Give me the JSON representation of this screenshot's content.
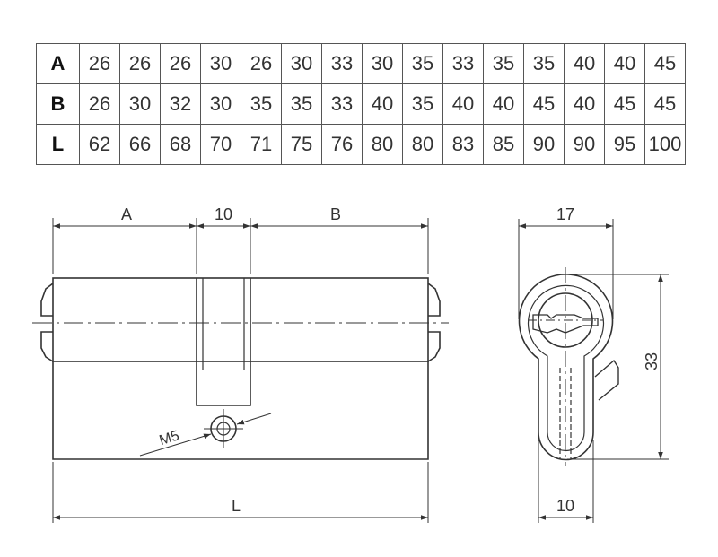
{
  "table": {
    "rows": [
      {
        "label": "A",
        "values": [
          "26",
          "26",
          "26",
          "30",
          "26",
          "30",
          "33",
          "30",
          "35",
          "33",
          "35",
          "35",
          "40",
          "40",
          "45"
        ]
      },
      {
        "label": "B",
        "values": [
          "26",
          "30",
          "32",
          "30",
          "35",
          "35",
          "33",
          "40",
          "35",
          "40",
          "40",
          "45",
          "40",
          "45",
          "45"
        ]
      },
      {
        "label": "L",
        "values": [
          "62",
          "66",
          "68",
          "70",
          "71",
          "75",
          "76",
          "80",
          "80",
          "83",
          "85",
          "90",
          "90",
          "95",
          "100"
        ]
      }
    ]
  },
  "side_view": {
    "dim_a": "A",
    "dim_center": "10",
    "dim_b": "B",
    "dim_total": "L",
    "screw_label": "M5"
  },
  "front_view": {
    "dim_width": "17",
    "dim_height": "33",
    "dim_bottom": "10"
  }
}
